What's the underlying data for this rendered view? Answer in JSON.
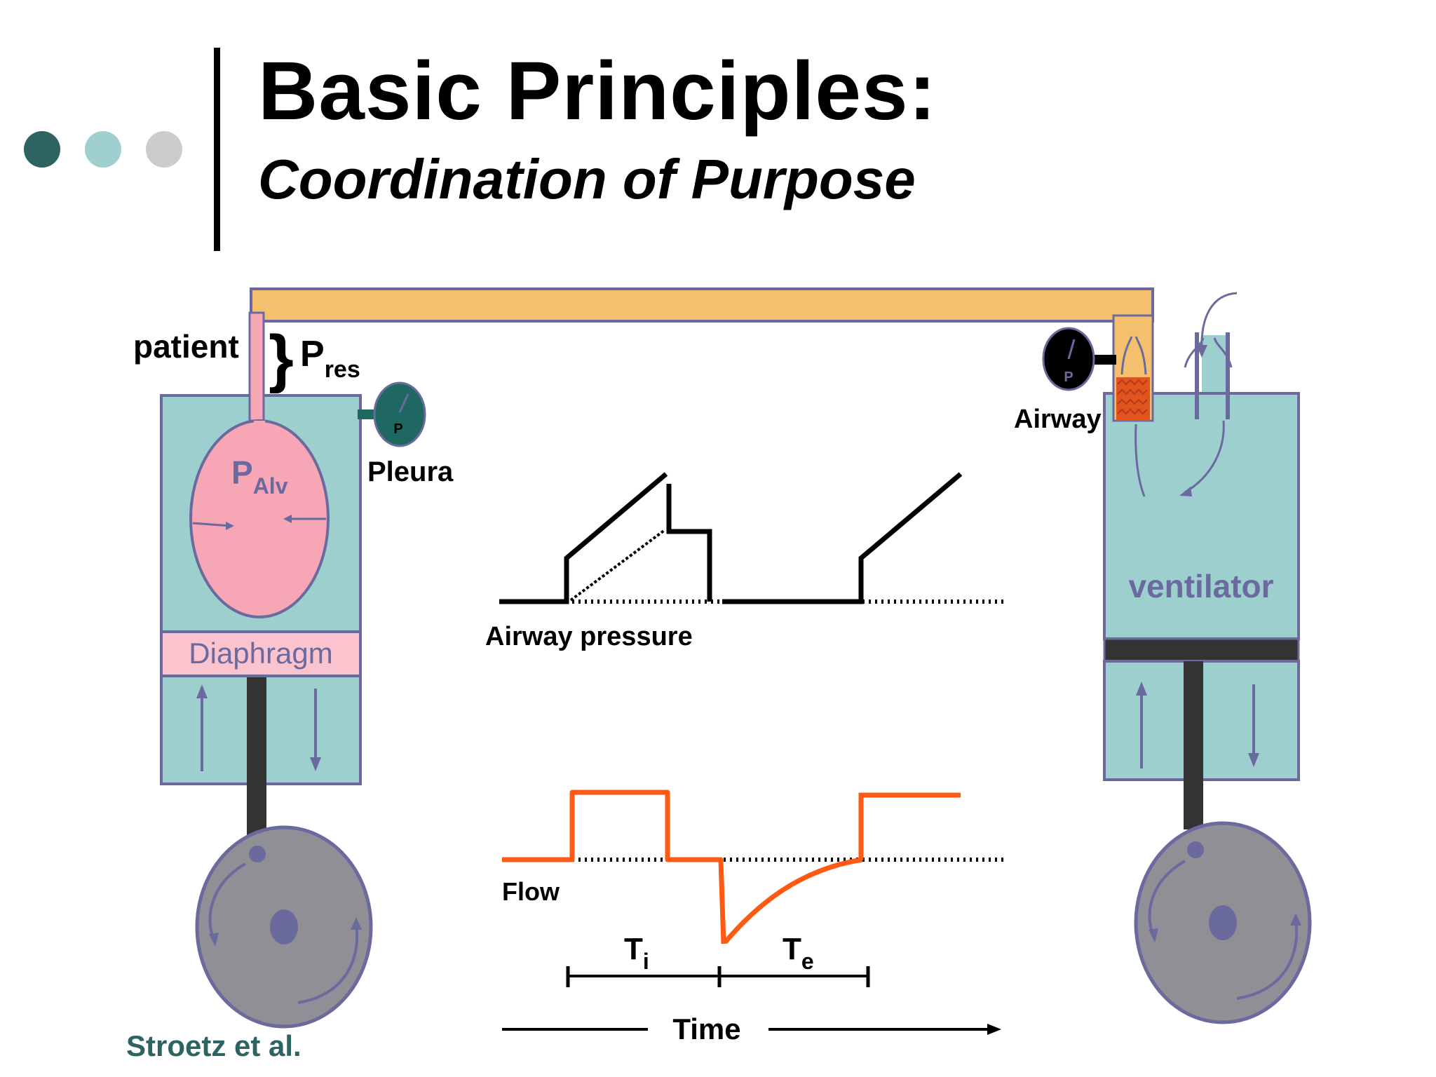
{
  "slide": {
    "title": "Basic Principles:",
    "subtitle": "Coordination of Purpose",
    "credit": "Stroetz et al."
  },
  "diagram": {
    "labels": {
      "patient": "patient",
      "pres_main": "P",
      "pres_sub": "res",
      "pleura": "Pleura",
      "airway": "Airway",
      "gauge_symbol": "P",
      "palv_main": "P",
      "palv_sub": "Alv",
      "diaphragm": "Diaphragm",
      "ventilator": "ventilator",
      "airway_pressure": "Airway pressure",
      "flow": "Flow",
      "ti_main": "T",
      "ti_sub": "i",
      "te_main": "T",
      "te_sub": "e",
      "time": "Time"
    }
  },
  "colors": {
    "accent_dots": [
      "#2d6461",
      "#9fd0cf",
      "#cccccc"
    ],
    "tube": "#f5c06e",
    "box_fill": "#9ecfcf",
    "outline": "#6a6a9f",
    "alveolus": "#f7a6b6",
    "flow_trace": "#ff5a13",
    "credit_text": "#2d6461",
    "wheel": "#8f8f95",
    "pleura_gauge": "#1f6862"
  }
}
